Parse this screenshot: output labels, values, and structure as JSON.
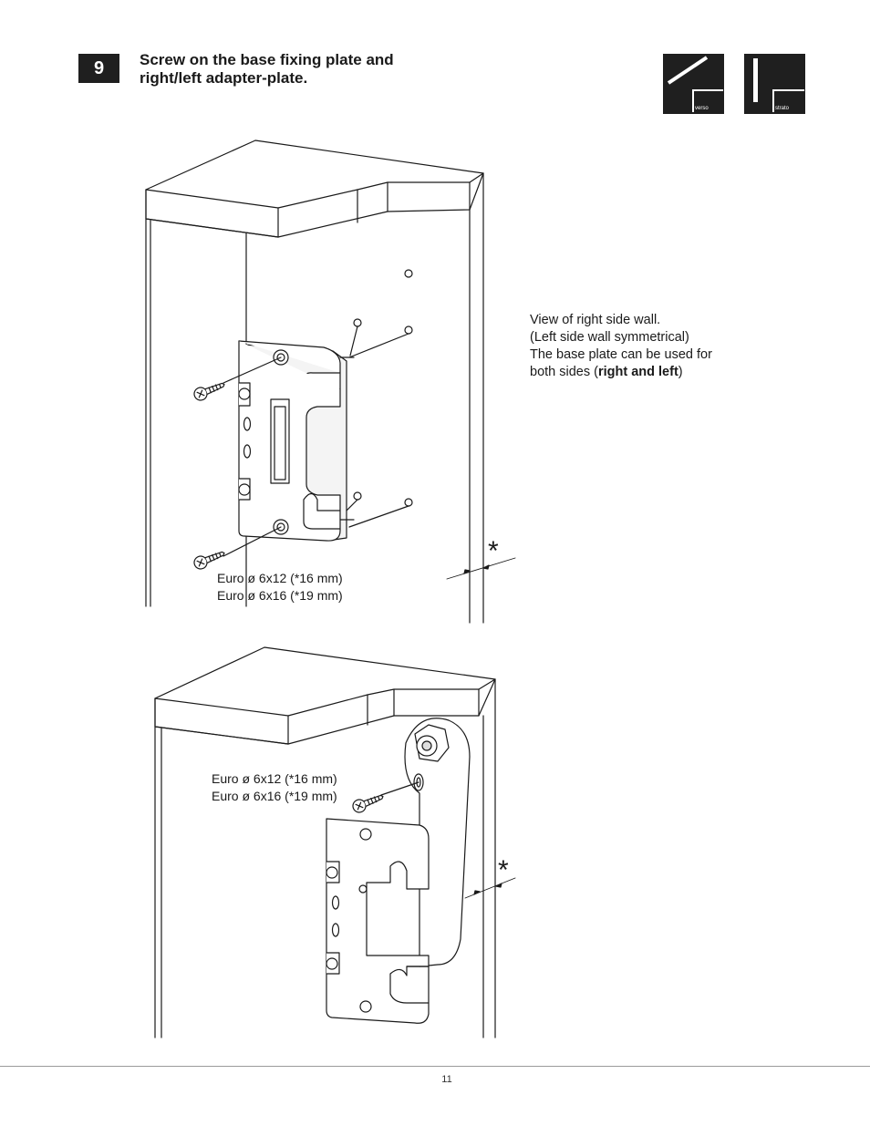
{
  "step": {
    "number": "9",
    "title_line1": "Screw on the base fixing plate and",
    "title_line2": "right/left adapter-plate."
  },
  "logos": [
    {
      "caption": "verso"
    },
    {
      "caption": "strato"
    }
  ],
  "description": {
    "line1": "View of right side wall.",
    "line2": "(Left side wall symmetrical)",
    "line3": "The base plate can be used for",
    "line4_prefix": "both sides (",
    "line4_bold": "right and left",
    "line4_suffix": ")"
  },
  "figure_top": {
    "screw_label_line1": "Euro ø 6x12 (*16 mm)",
    "screw_label_line2": "Euro ø 6x16 (*19 mm)",
    "marker": "*"
  },
  "figure_bottom": {
    "screw_label_line1": "Euro ø 6x12 (*16 mm)",
    "screw_label_line2": "Euro ø 6x16 (*19 mm)",
    "marker": "*"
  },
  "footer": {
    "page_number": "11"
  },
  "colors": {
    "ink": "#1a1a1a",
    "badge": "#1f1f1f",
    "rule": "#9a9a9a"
  }
}
